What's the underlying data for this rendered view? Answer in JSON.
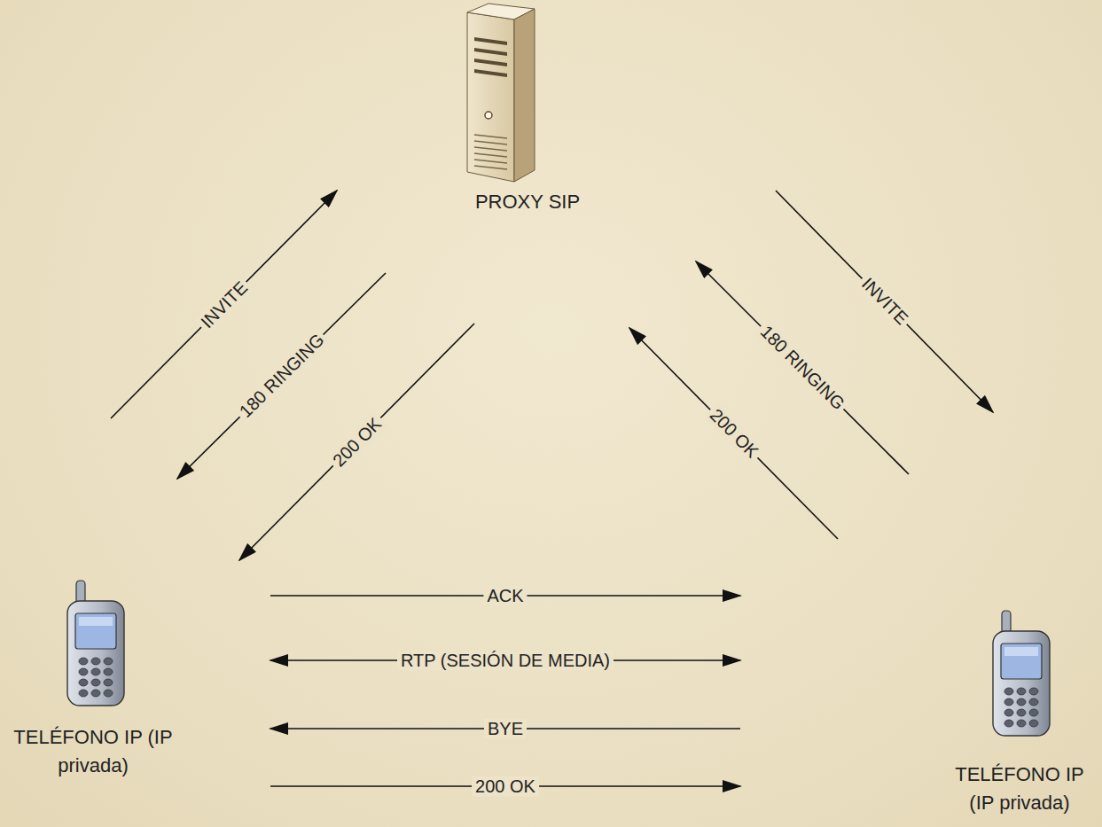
{
  "diagram": {
    "nodes": [
      {
        "text": [
          "PROXY SIP"
        ]
      },
      {
        "text": [
          "TELÉFONO IP (IP privada)"
        ]
      },
      {
        "text": [
          "TELÉFONO IP (IP privada)"
        ]
      }
    ],
    "edges": [
      {
        "from": 1,
        "to": 0,
        "arrow": "to",
        "label": "INVITE"
      },
      {
        "from": 0,
        "to": 1,
        "arrow": "to",
        "label": "180 RINGING"
      },
      {
        "from": 0,
        "to": 1,
        "arrow": "to",
        "label": "200 OK"
      },
      {
        "from": 0,
        "to": 2,
        "arrow": "to",
        "label": "INVITE"
      },
      {
        "from": 2,
        "to": 0,
        "arrow": "to",
        "label": "180 RINGING"
      },
      {
        "from": 2,
        "to": 0,
        "arrow": "to",
        "label": "200 OK"
      },
      {
        "from": 1,
        "to": 2,
        "arrow": "to",
        "label": "ACK"
      },
      {
        "from": 1,
        "to": 2,
        "arrow": "both",
        "label": "RTP (SESIÓN DE MEDIA)"
      },
      {
        "from": 2,
        "to": 1,
        "arrow": "to",
        "label": "BYE"
      },
      {
        "from": 1,
        "to": 2,
        "arrow": "to",
        "label": "200 OK"
      }
    ]
  }
}
